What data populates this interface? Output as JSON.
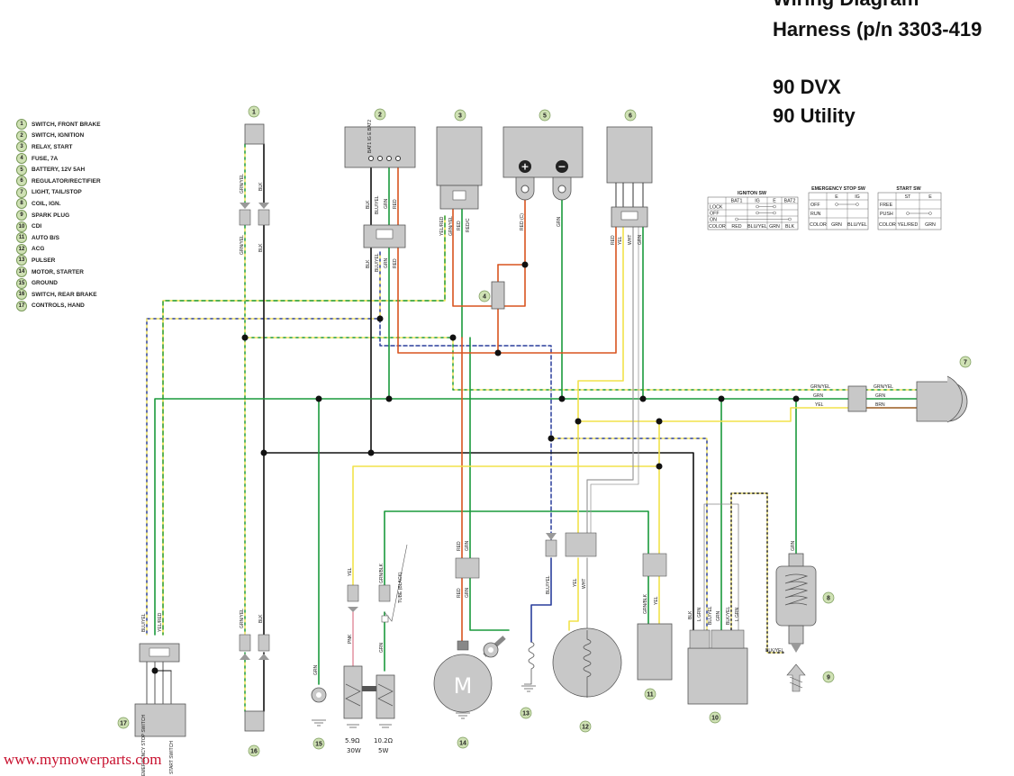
{
  "titles": {
    "line1": "Wiring Diagram",
    "line2": "Harness (p/n 3303-419",
    "model1": "90 DVX",
    "model2": "90 Utility"
  },
  "legend": [
    {
      "n": "1",
      "text": "SWITCH, FRONT BRAKE"
    },
    {
      "n": "2",
      "text": "SWITCH, IGNITION"
    },
    {
      "n": "3",
      "text": "RELAY, START"
    },
    {
      "n": "4",
      "text": "FUSE, 7A"
    },
    {
      "n": "5",
      "text": "BATTERY, 12V 5AH"
    },
    {
      "n": "6",
      "text": "REGULATOR/RECTIFIER"
    },
    {
      "n": "7",
      "text": "LIGHT, TAIL/STOP"
    },
    {
      "n": "8",
      "text": "COIL, IGN."
    },
    {
      "n": "9",
      "text": "SPARK PLUG"
    },
    {
      "n": "10",
      "text": "CDI"
    },
    {
      "n": "11",
      "text": "AUTO B/S"
    },
    {
      "n": "12",
      "text": "ACG"
    },
    {
      "n": "13",
      "text": "PULSER"
    },
    {
      "n": "14",
      "text": "MOTOR, STARTER"
    },
    {
      "n": "15",
      "text": "GROUND"
    },
    {
      "n": "16",
      "text": "SWITCH, REAR BRAKE"
    },
    {
      "n": "17",
      "text": "CONTROLS, HAND"
    }
  ],
  "ignition_table": {
    "title": "IGNITON SW",
    "headers": [
      "",
      "BAT1",
      "IG",
      "E",
      "BAT2"
    ],
    "rows": [
      "LOCK",
      "OFF",
      "ON"
    ],
    "color_row": [
      "COLOR",
      "RED",
      "BLU/YEL",
      "GRN",
      "BLK"
    ]
  },
  "emergency_table": {
    "title": "EMERGENCY STOP SW",
    "headers": [
      "",
      "E",
      "IG"
    ],
    "rows": [
      "OFF",
      "RUN"
    ],
    "color_row": [
      "COLOR",
      "GRN",
      "BLU/YEL"
    ]
  },
  "start_table": {
    "title": "START SW",
    "headers": [
      "",
      "ST",
      "E"
    ],
    "rows": [
      "FREE",
      "PUSH"
    ],
    "color_row": [
      "COLOR",
      "YEL/RED",
      "GRN"
    ]
  },
  "wire_labels": {
    "c1_top_a": "GRN/YEL",
    "c1_top_b": "BLK",
    "c2_a": "BLK",
    "c2_b": "BLU/YEL",
    "c2_c": "GRN",
    "c2_d": "RED",
    "c2_e": "BLK",
    "c2_f": "BLU/YEL",
    "c2_g": "GRN",
    "c2_h": "RED",
    "c1_mid_a": "GRN/YEL",
    "c1_mid_b": "BLK",
    "c3_a": "YEL/RED",
    "c3_b": "GRN/YEL",
    "c3_c": "RED",
    "c3_d": "RED/C",
    "c5_a": "RED (C)",
    "c5_b": "GRN",
    "c6_a": "RED",
    "c6_b": "YEL",
    "c6_c": "WHT",
    "c6_d": "GRN",
    "c7_a": "GRN/YEL",
    "c7_b": "GRN",
    "c7_c": "YEL",
    "c7_d": "GRN/YEL",
    "c7_e": "GRN",
    "c7_f": "BRN",
    "c17_a": "BLU/YEL",
    "c17_b": "YEL/RED",
    "c16_a": "GRN/YEL",
    "c16_b": "BLK",
    "c15": "GRN",
    "c14_a": "RED",
    "c14_b": "GRN",
    "c14_c": "RED",
    "c14_d": "GRN",
    "c13": "BLU/YEL",
    "c12_a": "YEL",
    "c12_b": "WHT",
    "c11_a": "GRN/BLK",
    "c11_b": "YEL",
    "c10_a": "BLK",
    "c10_b": "L GRN",
    "c10_c": "BLU/YEL",
    "c10_d": "GRN",
    "c10_e": "BLK/YEL",
    "c10_f": "L GRN",
    "c8": "GRN",
    "c8_b": "BLK/YEL",
    "r_yel": "YEL",
    "r_pnk": "PNK",
    "r_grn_blk": "GRN/BLK",
    "r_grn": "GRN",
    "r_tube": "TUBE (BLACK)",
    "c17_bot_a": "EMERGENCY STOP SWITCH",
    "c17_bot_b": "START SWITCH",
    "c2_top": "BAT1 IG E BAT2"
  },
  "resistors": {
    "r1_value": "5.9Ω",
    "r1_power": "30W",
    "r2_value": "10.2Ω",
    "r2_power": "5W"
  },
  "battery": {
    "plus": "+",
    "minus": "−"
  },
  "motor_label": "M",
  "footer": "www.mymowerparts.com",
  "colors": {
    "green": "#1a9a3c",
    "yellow": "#f2e24a",
    "red": "#d9541f",
    "black": "#111111",
    "blue": "#2a3f9c",
    "gray": "#888888",
    "badge": "#cfe1b4"
  }
}
